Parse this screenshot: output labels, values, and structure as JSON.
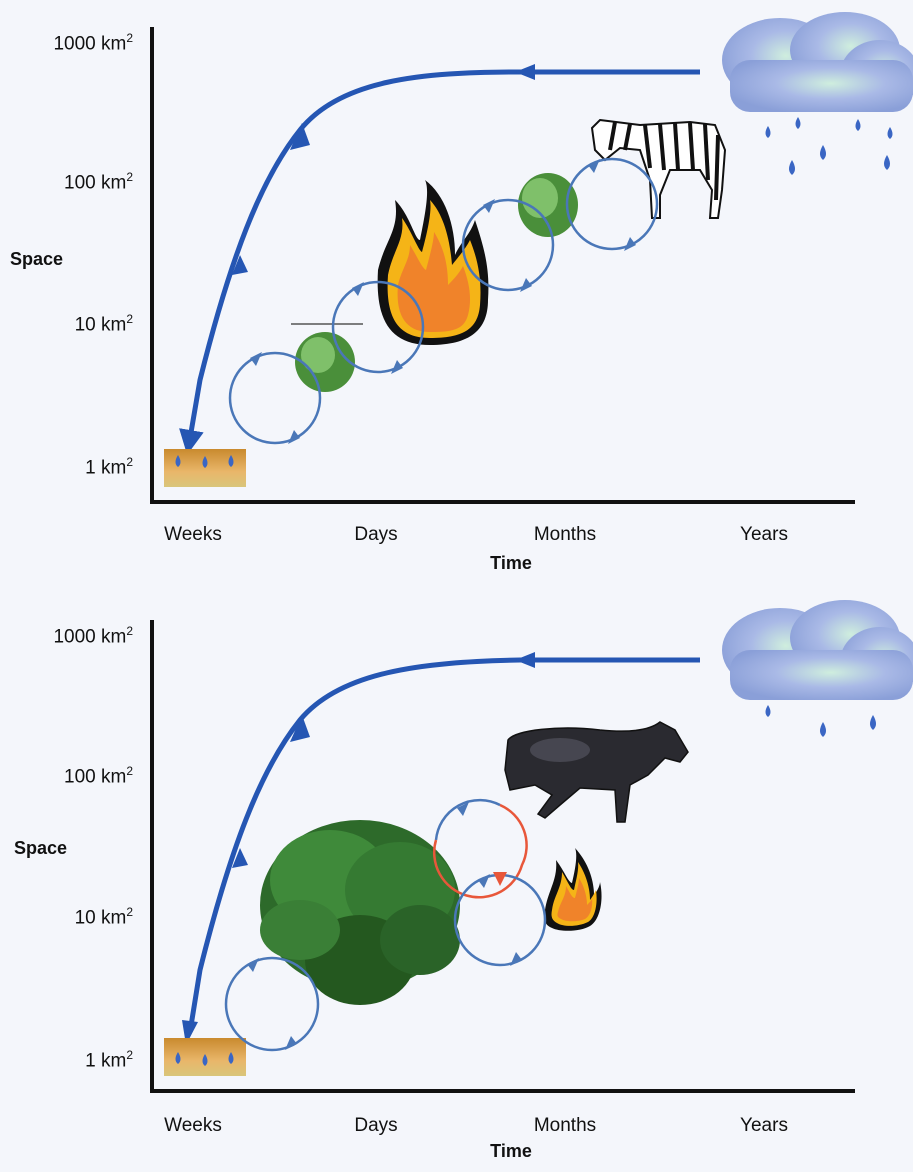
{
  "panels": [
    {
      "y_ticks": [
        {
          "base": "1000 km",
          "exp": "2"
        },
        {
          "base": "100 km",
          "exp": "2"
        },
        {
          "base": "10 km",
          "exp": "2"
        },
        {
          "base": "1 km",
          "exp": "2"
        }
      ],
      "y_axis_title": "Space",
      "x_ticks": [
        "Weeks",
        "Days",
        "Months",
        "Years"
      ],
      "x_axis_title": "Time",
      "icons": [
        "rain-cloud-icon",
        "zebra-icon",
        "grass-tuft-icon",
        "fire-icon",
        "soil-water-icon"
      ]
    },
    {
      "y_ticks": [
        {
          "base": "1000 km",
          "exp": "2"
        },
        {
          "base": "100 km",
          "exp": "2"
        },
        {
          "base": "10 km",
          "exp": "2"
        },
        {
          "base": "1 km",
          "exp": "2"
        }
      ],
      "y_axis_title": "Space",
      "x_ticks": [
        "Weeks",
        "Days",
        "Months",
        "Years"
      ],
      "x_axis_title": "Time",
      "icons": [
        "rain-cloud-icon",
        "cow-icon",
        "tree-icon",
        "fire-icon",
        "soil-water-icon"
      ]
    }
  ],
  "colors": {
    "arrow": "#2556b3",
    "cycle": "#4a77b8",
    "cycle_alt": "#e8573a",
    "fire_outer": "#1a1a1a",
    "fire_mid": "#f5b417",
    "fire_core": "#f0832a",
    "grass": "#4a8f3a",
    "tree": "#2d6a2a",
    "cloud": "#8fa3d8",
    "soil": "#d7953a"
  }
}
